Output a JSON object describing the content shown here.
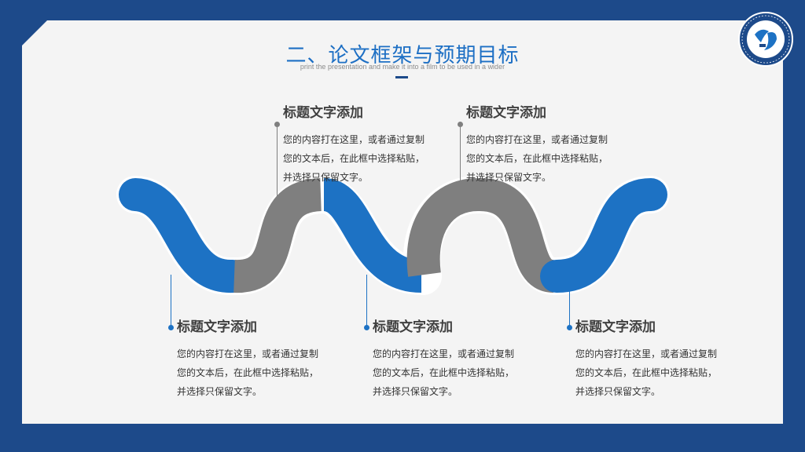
{
  "slide": {
    "title": "二、论文框架与预期目标",
    "subtitle": "print the presentation and make it into a film to be used in a wider"
  },
  "colors": {
    "blue": "#1d72c4",
    "gray": "#7f7f7f",
    "frame": "#1d4a8a"
  },
  "logo": {
    "icon": "university-emblem-icon"
  },
  "items": [
    {
      "heading": "标题文字添加",
      "lines": [
        "您的内容打在这里，或者通过复制",
        "您的文本后，在此框中选择粘贴，",
        "并选择只保留文字。"
      ]
    },
    {
      "heading": "标题文字添加",
      "lines": [
        "您的内容打在这里，或者通过复制",
        "您的文本后，在此框中选择粘贴，",
        "并选择只保留文字。"
      ]
    },
    {
      "heading": "标题文字添加",
      "lines": [
        "您的内容打在这里，或者通过复制",
        "您的文本后，在此框中选择粘贴，",
        "并选择只保留文字。"
      ]
    },
    {
      "heading": "标题文字添加",
      "lines": [
        "您的内容打在这里，或者通过复制",
        "您的文本后，在此框中选择粘贴，",
        "并选择只保留文字。"
      ]
    },
    {
      "heading": "标题文字添加",
      "lines": [
        "您的内容打在这里，或者通过复制",
        "您的文本后，在此框中选择粘贴，",
        "并选择只保留文字。"
      ]
    }
  ]
}
